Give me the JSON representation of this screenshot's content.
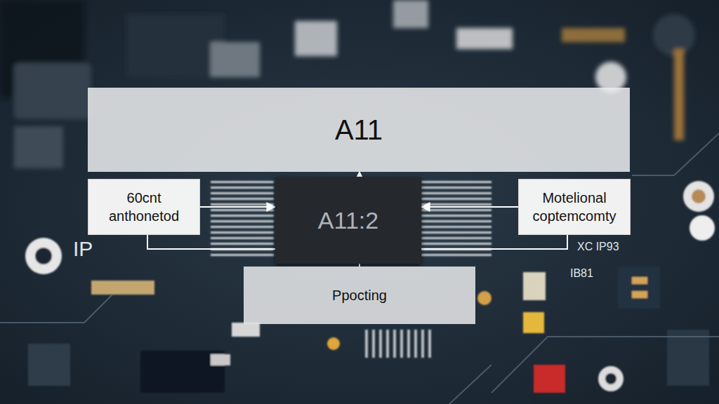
{
  "diagram": {
    "nodes": [
      {
        "text": [
          "A11"
        ]
      },
      {
        "text": [
          "60cnt anthonetod"
        ]
      },
      {
        "text": [
          "A11:2"
        ]
      },
      {
        "text": [
          "Motelional coptemcomty"
        ]
      },
      {
        "text": [
          "Ppocting"
        ]
      }
    ],
    "edges": [
      {
        "from": 1,
        "to": 2,
        "arrow": "to"
      },
      {
        "from": 3,
        "to": 2,
        "arrow": "to"
      },
      {
        "from": 4,
        "to": 0,
        "arrow": "to"
      },
      {
        "from": 1,
        "to": 3,
        "arrow": "none"
      }
    ],
    "labels": [
      "IP",
      "XC IP93",
      "IB81"
    ]
  }
}
